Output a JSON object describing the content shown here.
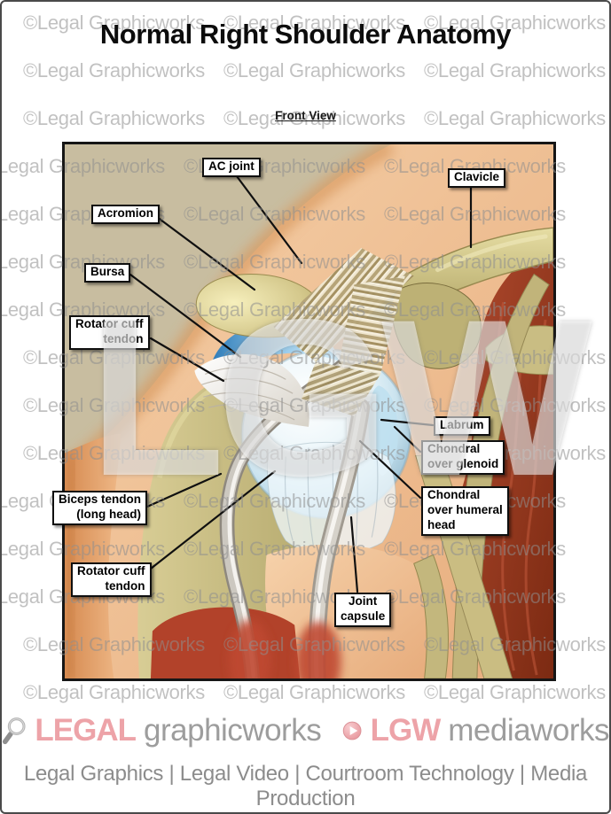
{
  "page": {
    "title": "Normal Right Shoulder Anatomy",
    "view_label": "Front View"
  },
  "watermark": {
    "tile_text": "©Legal Graphicworks",
    "big_text": "LGW"
  },
  "anatomy_labels": [
    {
      "id": "ac-joint",
      "text": "AC joint"
    },
    {
      "id": "clavicle",
      "text": "Clavicle"
    },
    {
      "id": "acromion",
      "text": "Acromion"
    },
    {
      "id": "bursa",
      "text": "Bursa"
    },
    {
      "id": "rotator-cuff-tendon-upper",
      "text": "Rotator cuff\ntendon"
    },
    {
      "id": "labrum",
      "text": "Labrum"
    },
    {
      "id": "chondral-over-glenoid",
      "text": "Chondral\nover glenoid"
    },
    {
      "id": "chondral-over-humeral-head",
      "text": "Chondral\nover humeral\nhead"
    },
    {
      "id": "biceps-tendon-long-head",
      "text": "Biceps tendon\n(long head)"
    },
    {
      "id": "rotator-cuff-tendon-lower",
      "text": "Rotator cuff\ntendon"
    },
    {
      "id": "joint-capsule",
      "text": "Joint\ncapsule"
    }
  ],
  "footer": {
    "brand_graphicworks": {
      "bold": "LEGAL",
      "rest": "graphicworks",
      "icon": "magnifier-icon"
    },
    "brand_mediaworks": {
      "bold": "LGW",
      "rest": "mediaworks",
      "icon": "play-icon"
    },
    "tagline": "Legal Graphics | Legal Video | Courtroom Technology | Media Production"
  },
  "colors": {
    "brand_pink": "#eda3a8",
    "brand_gray": "#9d9d9d",
    "tagline_gray": "#8c8c8c",
    "watermark_gray": "#8f8f8f",
    "label_border": "#0f0f0f",
    "skin_peach": "#eab586",
    "background_tan": "#c8bda0",
    "bone_khaki": "#d3c88e",
    "muscle_red": "#a63e26",
    "cartilage_light_blue": "#bfe2f2",
    "glenoid_dark_blue": "#1c5992"
  }
}
